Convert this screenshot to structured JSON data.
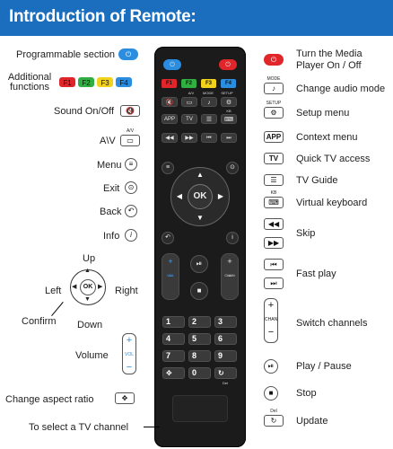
{
  "title": "Introduction of Remote:",
  "left_labels": {
    "programmable": "Programmable section",
    "additional": "Additional functions",
    "sound": "Sound On/Off",
    "av": "A\\V",
    "menu": "Menu",
    "exit": "Exit",
    "back": "Back",
    "info": "Info",
    "up": "Up",
    "left": "Left",
    "right": "Right",
    "down": "Down",
    "confirm": "Confirm",
    "volume": "Volume",
    "aspect": "Change aspect ratio",
    "tv_channel": "To select a TV channel"
  },
  "right_labels": {
    "power": "Turn the Media Player On / Off",
    "audio": "Change audio mode",
    "setup": "Setup menu",
    "context": "Context menu",
    "quick_tv": "Quick TV access",
    "tv_guide": "TV Guide",
    "keyboard": "Virtual keyboard",
    "skip": "Skip",
    "fast_play": "Fast play",
    "switch": "Switch channels",
    "play_pause": "Play / Pause",
    "stop": "Stop",
    "update": "Update"
  },
  "icon_text": {
    "f1": "F1",
    "f2": "F2",
    "f3": "F3",
    "f4": "F4",
    "mode": "MODE",
    "setup": "SETUP",
    "app": "APP",
    "tv": "TV",
    "kb": "KB",
    "av": "A/V",
    "vol": "VOL",
    "chan": "CHAN",
    "del": "Del",
    "ok": "OK"
  },
  "remote_keys": {
    "ok": "OK",
    "app": "APP",
    "tv": "TV",
    "av": "A/V",
    "mode": "MODE",
    "setup": "SETUP",
    "kb": "KB",
    "vol": "VOL",
    "chan": "CHAN",
    "del": "Del",
    "numbers": [
      "1",
      "2",
      "3",
      "4",
      "5",
      "6",
      "7",
      "8",
      "9",
      "0"
    ]
  },
  "colors": {
    "title_bar": "#1a6ebd",
    "blue_key": "#2a8de0",
    "red_key": "#e0262a",
    "f1": "#e0262a",
    "f2": "#2fb040",
    "f3": "#f2d21a",
    "f4": "#2a8de0"
  }
}
